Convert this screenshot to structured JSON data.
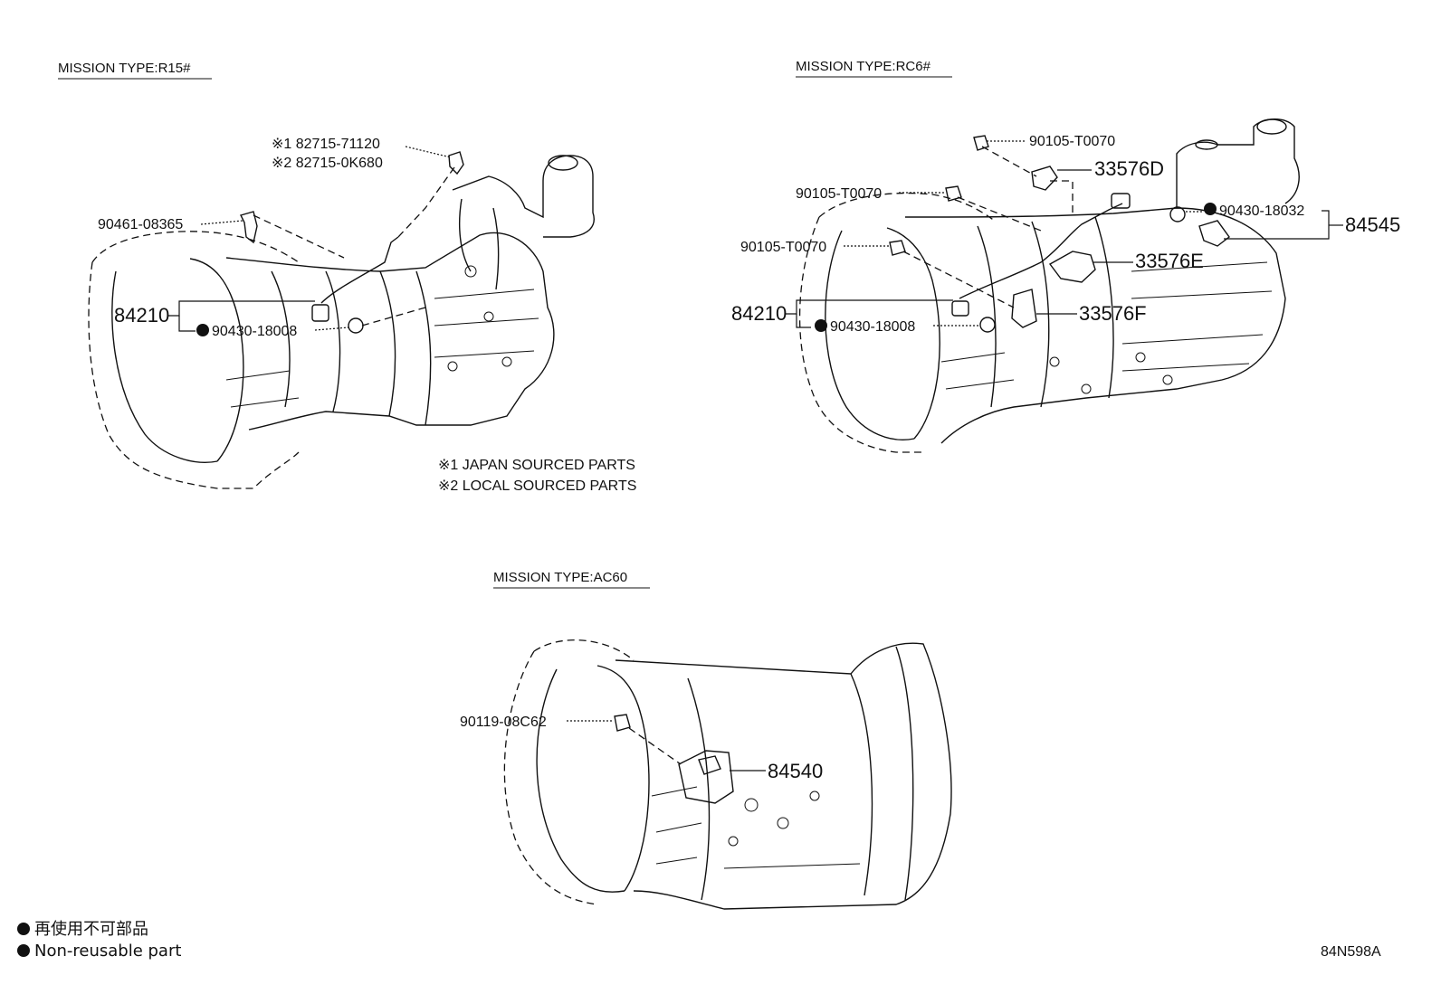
{
  "sections": {
    "r15": {
      "title": "MISSION TYPE:R15#"
    },
    "rc6": {
      "title": "MISSION TYPE:RC6#"
    },
    "ac60": {
      "title": "MISSION TYPE:AC60"
    }
  },
  "callouts": {
    "r15": {
      "p82715_jp": "※1  82715-71120",
      "p82715_local": "※2  82715-0K680",
      "p90461": "90461-08365",
      "p84210": "84210",
      "p90430": "90430-18008"
    },
    "rc6": {
      "p90105_a": "90105-T0070",
      "p33576d": "33576D",
      "p90105_b": "90105-T0070",
      "p90105_c": "90105-T0070",
      "p90430_18032": "90430-18032",
      "p84545": "84545",
      "p33576e": "33576E",
      "p84210": "84210",
      "p90430_18008": "90430-18008",
      "p33576f": "33576F"
    },
    "ac60": {
      "p90119": "90119-08C62",
      "p84540": "84540"
    }
  },
  "notes": {
    "japan": "※1 JAPAN SOURCED PARTS",
    "local": "※2 LOCAL SOURCED PARTS"
  },
  "legend": {
    "japanese": "再使用不可部品",
    "english": "Non-reusable part"
  },
  "diagram_code": "84N598A"
}
